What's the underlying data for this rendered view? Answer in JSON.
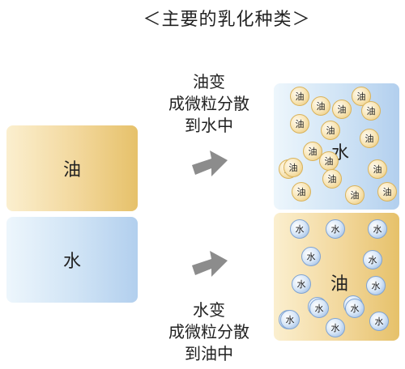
{
  "title": "＜主要的乳化种类＞",
  "left_panel": {
    "oil_label": "油",
    "water_label": "水"
  },
  "top_transform": {
    "caption_lines": [
      "油变",
      "成微粒分散",
      "到水中"
    ],
    "continuous_phase_label": "水",
    "droplet_label": "油",
    "droplet_count": 17
  },
  "bottom_transform": {
    "caption_lines": [
      "水变",
      "成微粒分散",
      "到油中"
    ],
    "continuous_phase_label": "油",
    "droplet_label": "水",
    "droplet_count": 15
  },
  "colors": {
    "oil": "#f2d79b",
    "water": "#cfe3f5",
    "arrow": "#8c8c8c"
  },
  "icons": {
    "arrow": "right-arrow-icon"
  }
}
